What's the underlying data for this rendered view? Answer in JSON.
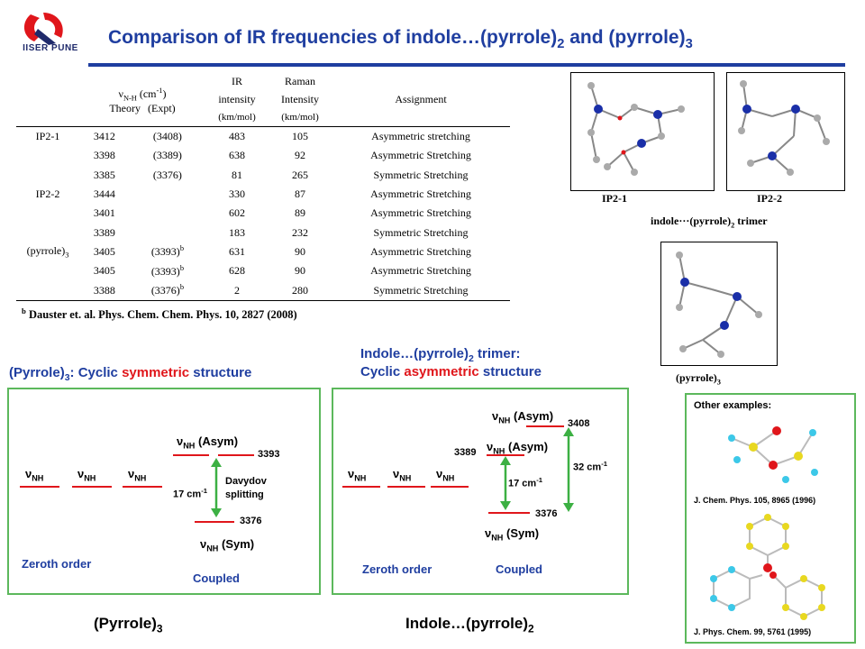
{
  "header": {
    "logo_text": "IISER PUNE",
    "title_parts": [
      "Comparison of IR frequencies of indole…(pyrrole)",
      "2",
      " and (pyrrole)",
      "3"
    ]
  },
  "table": {
    "head": {
      "nu_symbol": "ν",
      "nu_sub": "N-H",
      "nu_unit": " (cm",
      "nu_unit_sup": "-1",
      "nu_unit_end": ")",
      "theory": "Theory",
      "expt": "(Expt)",
      "ir_1": "IR",
      "ir_2": "intensity",
      "ir_3": "(km/mol)",
      "raman_1": "Raman",
      "raman_2": "Intensity",
      "raman_3": "(km/mol)",
      "assignment": "Assignment"
    },
    "rows": [
      {
        "label": "IP2-1",
        "theory": "3412",
        "expt": "(3408)",
        "expt_sup": "",
        "ir": "483",
        "raman": "105",
        "assign": "Asymmetric stretching"
      },
      {
        "label": "",
        "theory": "3398",
        "expt": "(3389)",
        "expt_sup": "",
        "ir": "638",
        "raman": "92",
        "assign": "Asymmetric Stretching"
      },
      {
        "label": "",
        "theory": "3385",
        "expt": "(3376)",
        "expt_sup": "",
        "ir": "81",
        "raman": "265",
        "assign": "Symmetric Stretching"
      },
      {
        "label": "IP2-2",
        "theory": "3444",
        "expt": "",
        "expt_sup": "",
        "ir": "330",
        "raman": "87",
        "assign": "Asymmetric Stretching"
      },
      {
        "label": "",
        "theory": "3401",
        "expt": "",
        "expt_sup": "",
        "ir": "602",
        "raman": "89",
        "assign": "Asymmetric Stretching"
      },
      {
        "label": "",
        "theory": "3389",
        "expt": "",
        "expt_sup": "",
        "ir": "183",
        "raman": "232",
        "assign": "Symmetric Stretching"
      },
      {
        "label": "(pyrrole)",
        "label_sub": "3",
        "theory": "3405",
        "expt": "(3393)",
        "expt_sup": "b",
        "ir": "631",
        "raman": "90",
        "assign": "Asymmetric Stretching"
      },
      {
        "label": "",
        "theory": "3405",
        "expt": "(3393)",
        "expt_sup": "b",
        "ir": "628",
        "raman": "90",
        "assign": "Asymmetric Stretching"
      },
      {
        "label": "",
        "theory": "3388",
        "expt": "(3376)",
        "expt_sup": "b",
        "ir": "2",
        "raman": "280",
        "assign": "Symmetric Stretching"
      }
    ],
    "footnote_sup": "b",
    "footnote": " Dauster et. al. Phys. Chem. Chem. Phys. 10, 2827 (2008)"
  },
  "molecules": {
    "ip21_caption": "IP2-1",
    "ip22_caption": "IP2-2",
    "trimer_caption": "indole···(pyrrole)",
    "trimer_caption_sub": "2",
    "trimer_caption_end": " trimer",
    "pyrrole3_caption": "(pyrrole)",
    "pyrrole3_caption_sub": "3"
  },
  "left_panel": {
    "title_a": "(Pyrrole)",
    "title_sub": "3",
    "title_b": ": Cyclic ",
    "title_red": "symmetric",
    "title_c": " structure",
    "nu": "ν",
    "nh": "NH",
    "asym_label": " (Asym)",
    "sym_label": " (Sym)",
    "asym_value": "3393",
    "sym_value": "3376",
    "splitting": "17 cm",
    "splitting_sup": "-1",
    "davydov_1": "Davydov",
    "davydov_2": "splitting",
    "zeroth": "Zeroth order",
    "coupled": "Coupled",
    "caption": "(Pyrrole)",
    "caption_sub": "3"
  },
  "right_panel": {
    "title_1a": "Indole…(pyrrole)",
    "title_1sub": "2",
    "title_1b": " trimer:",
    "title_2a": "Cyclic ",
    "title_2red": "asymmetric",
    "title_2b": " structure",
    "nu": "ν",
    "nh": "NH",
    "asym_label": " (Asym)",
    "sym_label": " (Sym)",
    "top_value": "3408",
    "mid_value": "3389",
    "sym_value": "3376",
    "split_small": "17 cm",
    "split_small_sup": "-1",
    "split_big": "32 cm",
    "split_big_sup": "-1",
    "zeroth": "Zeroth order",
    "coupled": "Coupled",
    "caption": "Indole…(pyrrole)",
    "caption_sub": "2"
  },
  "examples": {
    "title": "Other examples:",
    "ref1": "J. Chem. Phys. 105, 8965 (1996)",
    "ref2": "J. Phys. Chem. 99, 5761 (1995)"
  },
  "colors": {
    "title_blue": "#1f3ea0",
    "level_red": "#e0161b",
    "arrow_green": "#3cb043",
    "panel_green": "#5cb85c"
  }
}
